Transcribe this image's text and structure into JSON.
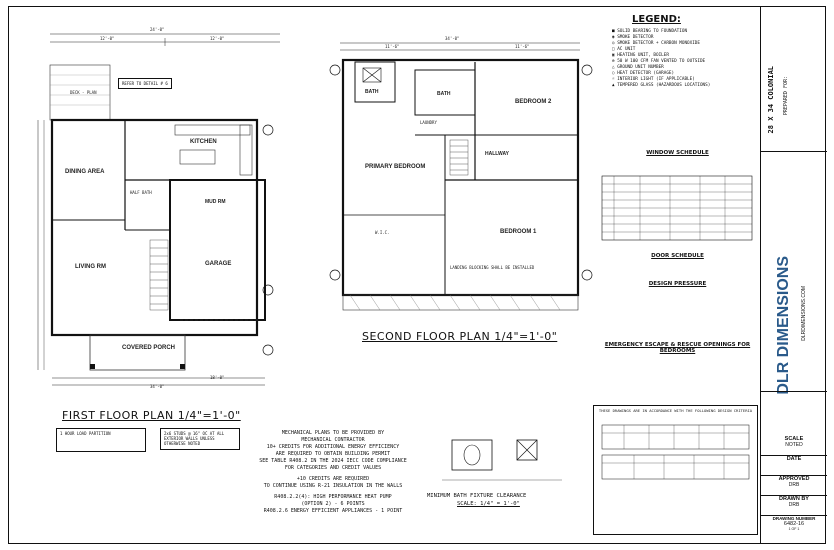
{
  "legend": {
    "title": "LEGEND:",
    "items": [
      "SOLID BEARING TO FOUNDATION",
      "SMOKE DETECTOR",
      "SMOKE DETECTOR + CARBON MONOXIDE",
      "AC UNIT",
      "HEATING UNIT, BOILER",
      "50 W 100 CFM FAN VENTED TO OUTSIDE",
      "GROUND UNIT NUMBER",
      "HEAT DETECTOR (GARAGE)",
      "INTERIOR LIGHT (IF APPLICABLE)",
      "TEMPERED GLASS (HAZARDOUS LOCATIONS)"
    ]
  },
  "first_floor": {
    "title": "FIRST FLOOR PLAN  1/4\"=1'-0\"",
    "rooms": [
      "DINING AREA",
      "KITCHEN",
      "LIVING RM",
      "GARAGE",
      "COVERED PORCH",
      "MUD RM",
      "HALF BATH",
      "DECK - PLAN"
    ],
    "dims_top": [
      "24'-0\"",
      "12'-0\"",
      "12'-0\""
    ],
    "dims_bottom": [
      "34'-0\"",
      "18'-0\""
    ],
    "notes": [
      "REFER TO DETAIL # 6",
      "2x6 STUDS @ 16\" OC AT ALL EXTERIOR WALLS UNLESS OTHERWISE NOTED",
      "1 HOUR LOAD PARTITION"
    ]
  },
  "second_floor": {
    "title": "SECOND FLOOR PLAN  1/4\"=1'-0\"",
    "rooms": [
      "BATH",
      "BATH",
      "BEDROOM 2",
      "HALLWAY",
      "PRIMARY BEDROOM",
      "BEDROOM 1",
      "LAUNDRY",
      "W.I.C."
    ],
    "dims_top": [
      "34'-0\"",
      "11'-6\"",
      "11'-6\""
    ],
    "note": "LANDING BLOCKING SHALL BE INSTALLED"
  },
  "mechanical": {
    "lines": [
      "MECHANICAL PLANS TO BE PROVIDED BY",
      "MECHANICAL CONTRACTOR",
      "10+ CREDITS FOR ADDITIONAL ENERGY EFFICIENCY",
      "ARE REQUIRED TO OBTAIN BUILDING PERMIT",
      "SEE TABLE R408.2 IN THE 2024 IECC CODE COMPLIANCE",
      "FOR CATEGORIES AND CREDIT VALUES",
      "",
      "+10 CREDITS ARE REQUIRED",
      "TO CONTINUE USING R-21 INSULATION IN THE WALLS",
      "",
      "R408.2.2(4): HIGH PERFORMANCE HEAT PUMP",
      "(OPTION 2) - 6 POINTS",
      "R408.2.6 ENERGY EFFICIENT APPLIANCES - 1 POINT"
    ]
  },
  "bath_clearance": {
    "title": "MINIMUM BATH FIXTURE CLEARANCE",
    "scale": "SCALE: 1/4\" = 1'-0\""
  },
  "schedules": {
    "window_title": "WINDOW SCHEDULE",
    "door_title": "DOOR SCHEDULE",
    "design_title": "DESIGN PRESSURE",
    "egress_title": "EMERGENCY ESCAPE & RESCUE OPENINGS FOR BEDROOMS",
    "code_title": "THESE DRAWINGS ARE IN ACCORDANCE WITH THE FOLLOWING DESIGN CRITERIA"
  },
  "title_block": {
    "project": "28 X 34 COLONIAL",
    "prepared_for": "PREPARED FOR:",
    "company": "DLR DIMENSIONS",
    "website": "DLRDIMENSIONS.COM",
    "scale_label": "SCALE",
    "scale_value": "NOTED",
    "date_label": "DATE",
    "approved_label": "APPROVED",
    "approved_value": "DRB",
    "drawn_label": "DRAWN BY",
    "drawn_value": "DRB",
    "drawing_label": "DRAWING NUMBER",
    "drawing_value": "6482-16",
    "sheet": "1 OF 1"
  }
}
